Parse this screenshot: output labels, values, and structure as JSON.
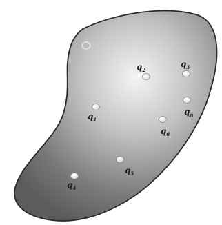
{
  "figure": {
    "region_fill_edge": "#5c5c5c",
    "region_fill_center": "#f4f4f4",
    "outline_color": "#2a2a2a",
    "point_color": "#ffffff"
  },
  "charges": [
    {
      "symbol": "q",
      "subscript": "1"
    },
    {
      "symbol": "q",
      "subscript": "2"
    },
    {
      "symbol": "q",
      "subscript": "3"
    },
    {
      "symbol": "q",
      "subscript": "4"
    },
    {
      "symbol": "q",
      "subscript": "5"
    },
    {
      "symbol": "q",
      "subscript": "6"
    },
    {
      "symbol": "q",
      "subscript": "n"
    }
  ]
}
